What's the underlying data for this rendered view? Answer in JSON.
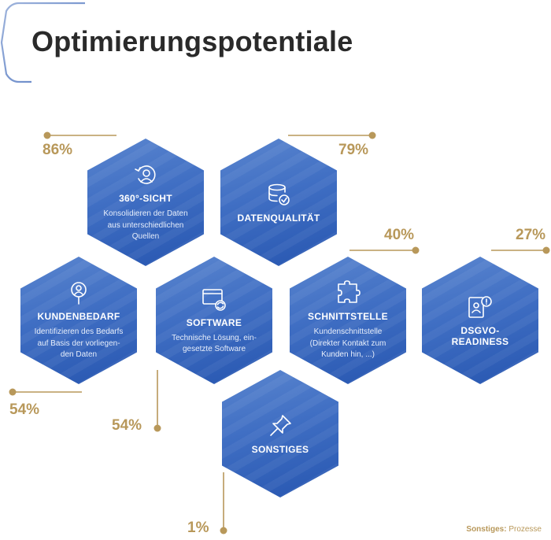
{
  "title": "Optimierungspotentiale",
  "items": [
    {
      "name": "360°-SICHT",
      "description": "Konsolidieren der Daten aus unterschiedlichen Quellen",
      "value": "86%",
      "icon": "person-refresh-icon"
    },
    {
      "name": "DATENQUALITÄT",
      "description": "",
      "value": "79%",
      "icon": "database-check-icon"
    },
    {
      "name": "KUNDENBEDARF",
      "description": "Identifizieren des Bedarfs auf Basis der vorliegen-den Daten",
      "value": "54%",
      "icon": "person-magnifier-icon"
    },
    {
      "name": "SOFTWARE",
      "description": "Technische Lösung, ein-gesetzte Software",
      "value": "54%",
      "icon": "window-refresh-icon"
    },
    {
      "name": "SCHNITTSTELLE",
      "description": "Kundenschnittstelle (Direkter Kontakt zum Kunden hin, ...)",
      "value": "40%",
      "icon": "puzzle-icon"
    },
    {
      "name": "DSGVO-READINESS",
      "description": "",
      "value": "27%",
      "icon": "person-alert-icon"
    },
    {
      "name": "SONSTIGES",
      "description": "",
      "value": "1%",
      "icon": "pushpin-icon"
    }
  ],
  "footnote": {
    "label": "Sonstiges:",
    "text": "Prozesse"
  },
  "colors": {
    "hex_top": "#5b86cf",
    "hex_bottom": "#2756b0",
    "accent": "#b8985a",
    "title": "#2a2a2a"
  }
}
